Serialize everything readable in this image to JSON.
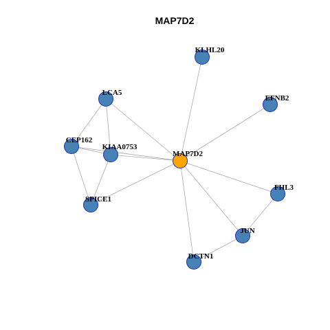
{
  "title": "MAP7D2",
  "colors": {
    "node_default": "#4682b4",
    "node_center": "#ffa500",
    "node_border": "#1c2fbf",
    "edge": "#a9a9a9"
  },
  "nodes": [
    {
      "id": "KLHL20",
      "label": "KLHL20",
      "type": "default"
    },
    {
      "id": "LCA5",
      "label": "LCA5",
      "type": "default"
    },
    {
      "id": "EFNB2",
      "label": "EFNB2",
      "type": "default"
    },
    {
      "id": "CEP162",
      "label": "CEP162",
      "type": "default"
    },
    {
      "id": "KIAA0753",
      "label": "KIAA0753",
      "type": "default"
    },
    {
      "id": "MAP7D2",
      "label": "MAP7D2",
      "type": "center"
    },
    {
      "id": "SPICE1",
      "label": "SPICE1",
      "type": "default"
    },
    {
      "id": "FHL3",
      "label": "FHL3",
      "type": "default"
    },
    {
      "id": "JUN",
      "label": "JUN",
      "type": "default"
    },
    {
      "id": "DCTN1",
      "label": "DCTN1",
      "type": "default"
    }
  ],
  "edges": [
    [
      "LCA5",
      "CEP162"
    ],
    [
      "LCA5",
      "KIAA0753"
    ],
    [
      "LCA5",
      "MAP7D2"
    ],
    [
      "CEP162",
      "KIAA0753"
    ],
    [
      "CEP162",
      "MAP7D2"
    ],
    [
      "CEP162",
      "SPICE1"
    ],
    [
      "KIAA0753",
      "MAP7D2"
    ],
    [
      "KIAA0753",
      "SPICE1"
    ],
    [
      "SPICE1",
      "MAP7D2"
    ],
    [
      "KLHL20",
      "MAP7D2"
    ],
    [
      "EFNB2",
      "MAP7D2"
    ],
    [
      "FHL3",
      "MAP7D2"
    ],
    [
      "FHL3",
      "JUN"
    ],
    [
      "JUN",
      "MAP7D2"
    ],
    [
      "JUN",
      "DCTN1"
    ],
    [
      "DCTN1",
      "MAP7D2"
    ]
  ]
}
